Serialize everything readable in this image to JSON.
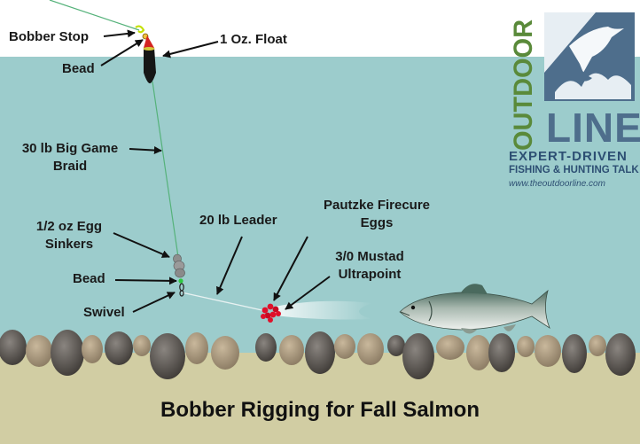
{
  "title": "Bobber Rigging for Fall Salmon",
  "labels": {
    "bobber_stop": "Bobber Stop",
    "float": "1 Oz. Float",
    "bead_top": "Bead",
    "braid_line1": "30 lb Big Game",
    "braid_line2": "Braid",
    "sinkers_line1": "1/2 oz Egg",
    "sinkers_line2": "Sinkers",
    "bead_bottom": "Bead",
    "swivel": "Swivel",
    "leader": "20 lb Leader",
    "eggs_line1": "Pautzke Firecure",
    "eggs_line2": "Eggs",
    "hook_line1": "3/0 Mustad",
    "hook_line2": "Ultrapoint"
  },
  "logo": {
    "word_vertical": "OUTDOOR",
    "word_big": "LINE",
    "tagline1": "EXPERT-DRIVEN",
    "tagline2": "FISHING & HUNTING TALK",
    "url": "www.theoutdoorline.com"
  },
  "colors": {
    "sky": "#ffffff",
    "water": "#9ccccc",
    "riverbed": "#d1cda3",
    "fishing_line": "#55b27a",
    "leader_line": "#e8f2f2",
    "float_red": "#d42420",
    "float_black": "#161616",
    "eggs": "#e0102a",
    "logo_blue": "#4e6e8c",
    "logo_green": "#5a8a3a"
  }
}
